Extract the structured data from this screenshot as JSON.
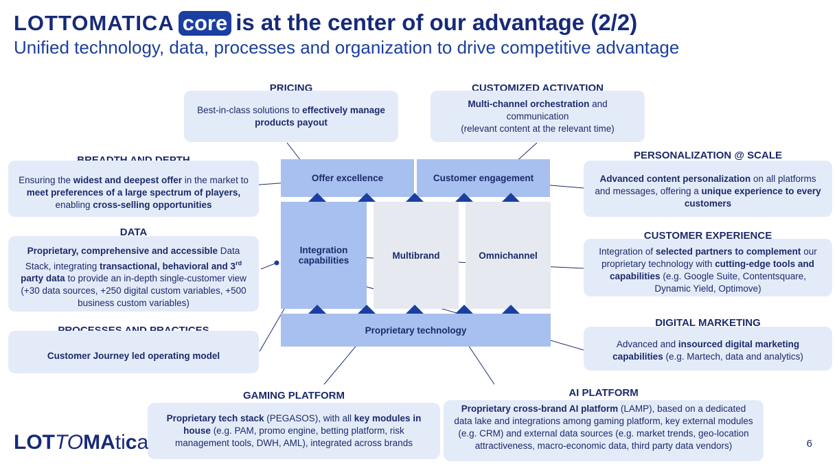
{
  "header": {
    "brand": "LOTTOMATICA",
    "badge": "core",
    "title_rest": "is at the center of our advantage (2/2)",
    "subtitle": "Unified technology, data, processes and organization to drive competitive advantage"
  },
  "center": {
    "offer_excellence": "Offer excellence",
    "customer_engagement": "Customer engagement",
    "integration_capabilities": "Integration capabilities",
    "multibrand": "Multibrand",
    "omnichannel": "Omnichannel",
    "proprietary_technology": "Proprietary technology"
  },
  "pricing": {
    "heading": "PRICING",
    "t1": "Best-in-class solutions to ",
    "b1": "effectively manage products payout"
  },
  "customized_activation": {
    "heading": "CUSTOMIZED ACTIVATION",
    "b1": "Multi-channel orchestration",
    "t1": " and communication",
    "t2": "(relevant content at the relevant time)"
  },
  "breadth_depth": {
    "heading": "BREADTH AND DEPTH",
    "t1": "Ensuring the ",
    "b1": "widest and deepest offer",
    "t2": " in the market to ",
    "b2": "meet preferences of a large spectrum of players,",
    "t3": " enabling ",
    "b3": "cross-selling opportunities"
  },
  "personalization": {
    "heading": "PERSONALIZATION @ SCALE",
    "b1": "Advanced content personalization",
    "t1": " on all platforms and messages, offering a ",
    "b2": "unique experience to every customers"
  },
  "data_box": {
    "heading": "DATA",
    "b1": "Proprietary, comprehensive and accessible",
    "t1": " Data Stack, integrating ",
    "b2": "transactional, behavioral and 3",
    "b2_sup": "rd",
    "b3": " party data",
    "t2": " to provide an in-depth single-customer view (+30 data sources, +250 digital custom variables, +500 business custom variables)"
  },
  "customer_experience": {
    "heading": "CUSTOMER EXPERIENCE",
    "t1": "Integration of ",
    "b1": "selected partners to complement",
    "t2": " our proprietary technology with ",
    "b2": "cutting-edge tools and capabilities",
    "t3": " (e.g. Google Suite, Contentsquare, Dynamic Yield, Optimove)"
  },
  "processes": {
    "heading": "PROCESSES AND PRACTICES",
    "b1": "Customer Journey led operating model"
  },
  "digital_marketing": {
    "heading": "DIGITAL MARKETING",
    "t1": "Advanced and ",
    "b1": "insourced digital marketing capabilities",
    "t2": " (e.g. Martech, data and analytics)"
  },
  "gaming_platform": {
    "heading": "GAMING PLATFORM",
    "b1": "Proprietary tech stack",
    "t1": " (PEGASOS), with all ",
    "b2": "key modules in house",
    "t2": " (e.g. PAM, promo engine, betting platform, risk management tools, DWH, AML), integrated across brands"
  },
  "ai_platform": {
    "heading": "AI PLATFORM",
    "b1": "Proprietary cross-brand AI platform",
    "t1": " (LAMP), based on a dedicated data lake and integrations among gaming platform, key external modules (e.g. CRM) and external data sources (e.g. market trends, geo-location attractiveness, macro-economic data, third party data vendors)"
  },
  "footer": {
    "logo_1": "LOT",
    "logo_2": "TO",
    "logo_3": "MA",
    "logo_4": "ti",
    "logo_5": "c",
    "logo_6": "a",
    "page_number": "6"
  },
  "colors": {
    "navy": "#1b2a6b",
    "brand_blue": "#1b3fa0",
    "box_fill": "#e4ebf8",
    "block_dark": "#a8c0ef",
    "block_light": "#e6e9f0"
  }
}
